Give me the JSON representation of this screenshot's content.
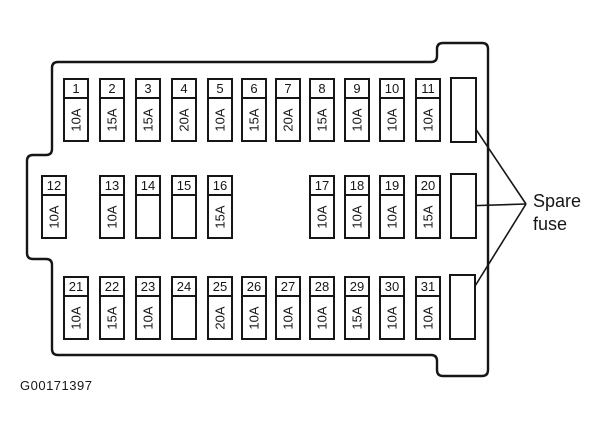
{
  "figure": {
    "code": "G00171397"
  },
  "annotation": {
    "spare_label_line1": "Spare",
    "spare_label_line2": "fuse"
  },
  "fuse_rows": [
    {
      "fuses": [
        {
          "number": "1",
          "amperage": "10A"
        },
        {
          "number": "2",
          "amperage": "15A"
        },
        {
          "number": "3",
          "amperage": "15A"
        },
        {
          "number": "4",
          "amperage": "20A"
        },
        {
          "number": "5",
          "amperage": "10A"
        },
        {
          "number": "6",
          "amperage": "15A"
        },
        {
          "number": "7",
          "amperage": "20A"
        },
        {
          "number": "8",
          "amperage": "15A"
        },
        {
          "number": "9",
          "amperage": "10A"
        },
        {
          "number": "10",
          "amperage": "10A"
        },
        {
          "number": "11",
          "amperage": "10A"
        }
      ]
    },
    {
      "fuses": [
        {
          "number": "12",
          "amperage": "10A"
        },
        {
          "number": "13",
          "amperage": "10A"
        },
        {
          "number": "14",
          "amperage": ""
        },
        {
          "number": "15",
          "amperage": ""
        },
        {
          "number": "16",
          "amperage": "15A"
        },
        {
          "number": "17",
          "amperage": "10A"
        },
        {
          "number": "18",
          "amperage": "10A"
        },
        {
          "number": "19",
          "amperage": "10A"
        },
        {
          "number": "20",
          "amperage": "15A"
        }
      ]
    },
    {
      "fuses": [
        {
          "number": "21",
          "amperage": "10A"
        },
        {
          "number": "22",
          "amperage": "15A"
        },
        {
          "number": "23",
          "amperage": "10A"
        },
        {
          "number": "24",
          "amperage": ""
        },
        {
          "number": "25",
          "amperage": "20A"
        },
        {
          "number": "26",
          "amperage": "10A"
        },
        {
          "number": "27",
          "amperage": "10A"
        },
        {
          "number": "28",
          "amperage": "10A"
        },
        {
          "number": "29",
          "amperage": "15A"
        },
        {
          "number": "30",
          "amperage": "10A"
        },
        {
          "number": "31",
          "amperage": "10A"
        }
      ]
    }
  ]
}
